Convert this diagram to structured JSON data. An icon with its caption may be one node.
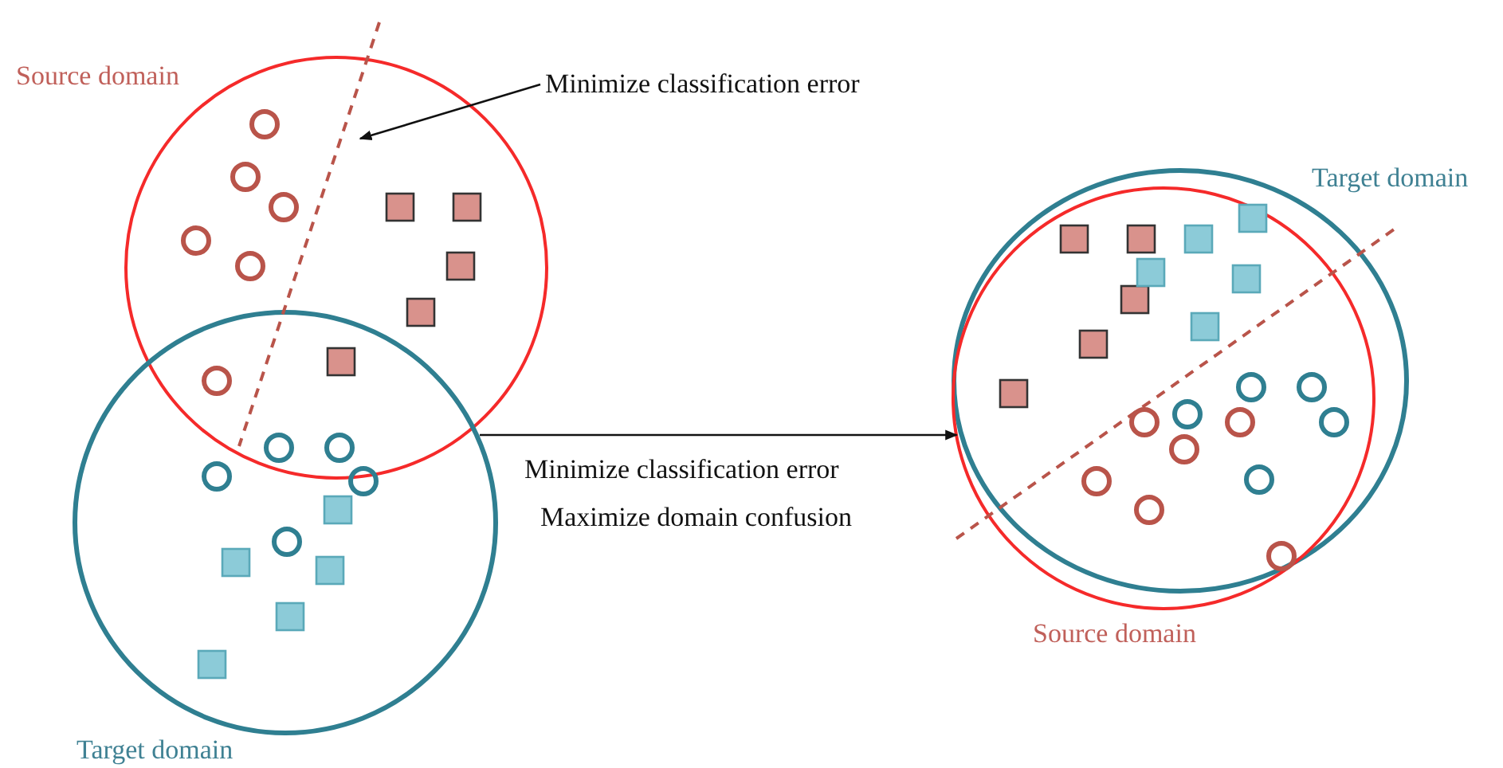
{
  "diagram": {
    "nodes": [
      {
        "text": [
          "Source domain"
        ]
      },
      {
        "text": [
          "Target domain"
        ]
      },
      {
        "text": [
          "Minimize classification error"
        ]
      },
      {
        "text": [
          "Target domain"
        ]
      },
      {
        "text": [
          "Source domain"
        ]
      }
    ],
    "edges": [
      {
        "from": 2,
        "to": 0,
        "arrow": "to"
      },
      {
        "from": 1,
        "to": 3,
        "arrow": "to"
      }
    ],
    "labels": [
      "Minimize classification error",
      "Maximize domain confusion"
    ]
  }
}
